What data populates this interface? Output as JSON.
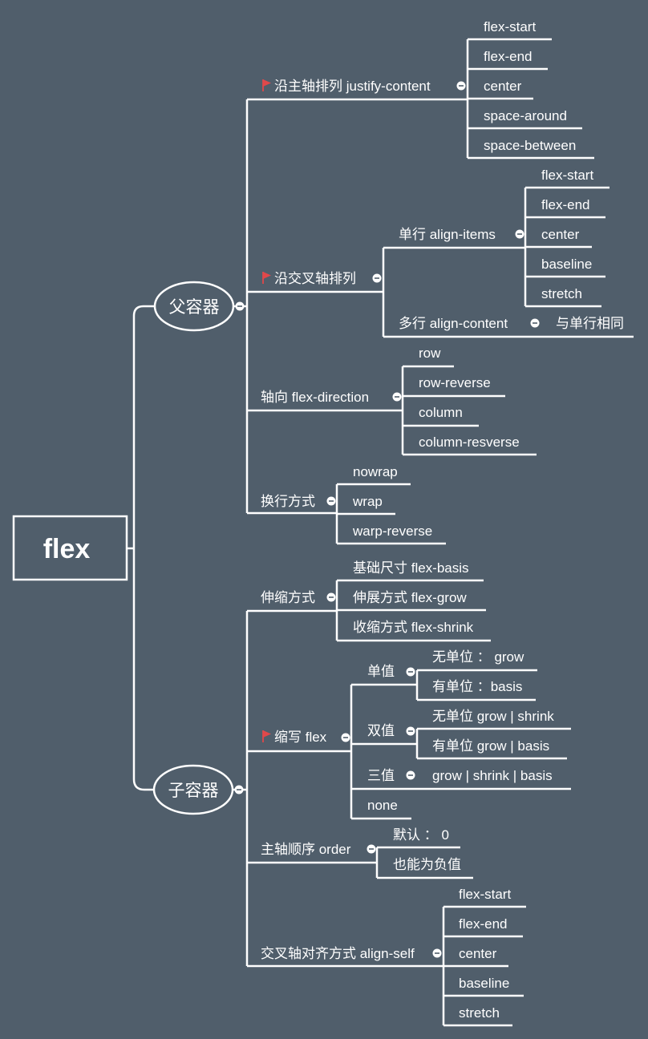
{
  "root": "flex",
  "parent": {
    "label": "父容器",
    "justify": {
      "label": "沿主轴排列  justify-content",
      "options": [
        "flex-start",
        "flex-end",
        "center",
        "space-around",
        "space-between"
      ]
    },
    "cross": {
      "label": "沿交叉轴排列",
      "single": {
        "label": "单行 align-items",
        "options": [
          "flex-start",
          "flex-end",
          "center",
          "baseline",
          "stretch"
        ]
      },
      "multi": {
        "label": "多行 align-content",
        "note": "与单行相同"
      }
    },
    "direction": {
      "label": "轴向 flex-direction",
      "options": [
        "row",
        "row-reverse",
        "column",
        "column-resverse"
      ]
    },
    "wrap": {
      "label": "换行方式",
      "options": [
        "nowrap",
        "wrap",
        "warp-reverse"
      ]
    }
  },
  "child": {
    "label": "子容器",
    "stretch": {
      "label": "伸缩方式",
      "options": [
        "基础尺寸 flex-basis",
        "伸展方式 flex-grow",
        "收缩方式 flex-shrink"
      ]
    },
    "shorthand": {
      "label": "缩写 flex",
      "single": {
        "label": "单值",
        "options": [
          "无单位 ： grow",
          "有单位 ：basis"
        ]
      },
      "double": {
        "label": "双值",
        "options": [
          "无单位 grow | shrink",
          "有单位 grow | basis"
        ]
      },
      "triple": {
        "label": "三值",
        "value": "grow | shrink | basis"
      },
      "none": "none"
    },
    "order": {
      "label": "主轴顺序 order",
      "options": [
        "默认 ： 0",
        "也能为负值"
      ]
    },
    "alignSelf": {
      "label": "交叉轴对齐方式 align-self",
      "options": [
        "flex-start",
        "flex-end",
        "center",
        "baseline",
        "stretch"
      ]
    }
  },
  "colors": {
    "background": "#505e6b",
    "line": "#ffffff",
    "flag": "#e0484a"
  }
}
